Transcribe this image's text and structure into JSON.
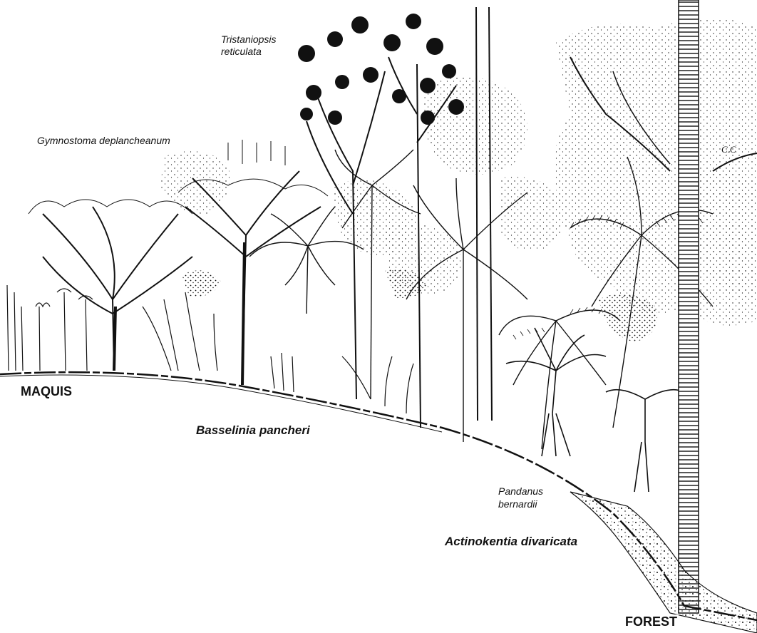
{
  "labels": {
    "zone_left": "MAQUIS",
    "zone_right": "FOREST",
    "tristaniopsis_line1": "Tristaniopsis",
    "tristaniopsis_line2": "reticulata",
    "gymnostoma": "Gymnostoma deplancheanum",
    "basselinia": "Basselinia pancheri",
    "pandanus_line1": "Pandanus",
    "pandanus_line2": "bernardii",
    "actinokentia": "Actinokentia divaricata",
    "signature": "C.C"
  },
  "colors": {
    "ink": "#111111",
    "paper": "#ffffff"
  }
}
